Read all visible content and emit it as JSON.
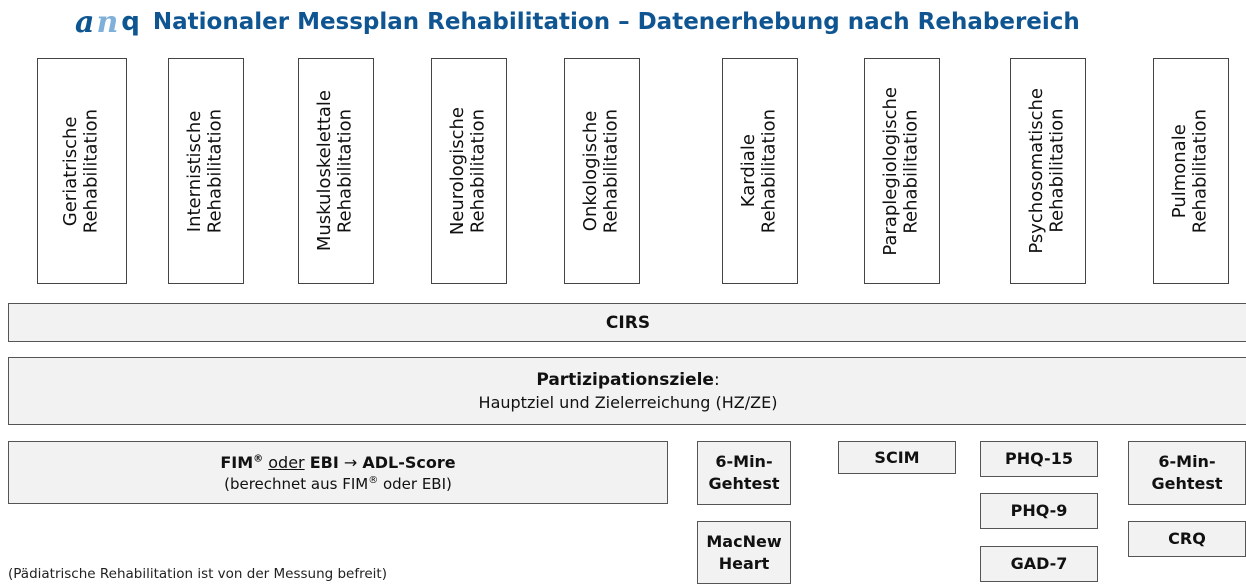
{
  "header": {
    "logo_left": "a",
    "logo_mid": "n",
    "logo_right": "q",
    "title": "Nationaler Messplan Rehabilitation – Datenerhebung nach Rehabereich"
  },
  "areas": [
    {
      "text": "Geriatrische\nRehabilitation"
    },
    {
      "text": "Internistische\nRehabilitation"
    },
    {
      "text": "Muskuloskelettale\nRehabilitation"
    },
    {
      "text": "Neurologische\nRehabilitation"
    },
    {
      "text": "Onkologische\nRehabilitation"
    },
    {
      "text": "Kardiale\nRehabilitation"
    },
    {
      "text": "Paraplegiologische\nRehabilitation"
    },
    {
      "text": "Psychosomatische\nRehabilitation"
    },
    {
      "text": "Pulmonale\nRehabilitation"
    }
  ],
  "cirs": "CIRS",
  "participation": {
    "bold": "Partizipationsziele",
    "colon": ":",
    "line2": "Hauptziel und Zielerreichung (HZ/ZE)"
  },
  "fim": {
    "fim": "FIM",
    "reg": "®",
    "oder": "oder",
    "ebi": "EBI",
    "arrow": "→",
    "adl": "ADL-Score",
    "sub_a": "(berechnet aus FIM",
    "sub_reg": "®",
    "sub_b": " oder EBI)"
  },
  "instruments": {
    "walk_kardial": "6-Min-\nGehtest",
    "macnew": "MacNew\nHeart",
    "scim": "SCIM",
    "phq15": "PHQ-15",
    "phq9": "PHQ-9",
    "gad7": "GAD-7",
    "walk_pulmonal": "6-Min-\nGehtest",
    "crq": "CRQ"
  },
  "note": "(Pädiatrische Rehabilitation ist von der Messung befreit)",
  "colors": {
    "title": "#0f5592",
    "logo_accent": "#7fb0da",
    "bar_fill": "#f2f2f2"
  }
}
